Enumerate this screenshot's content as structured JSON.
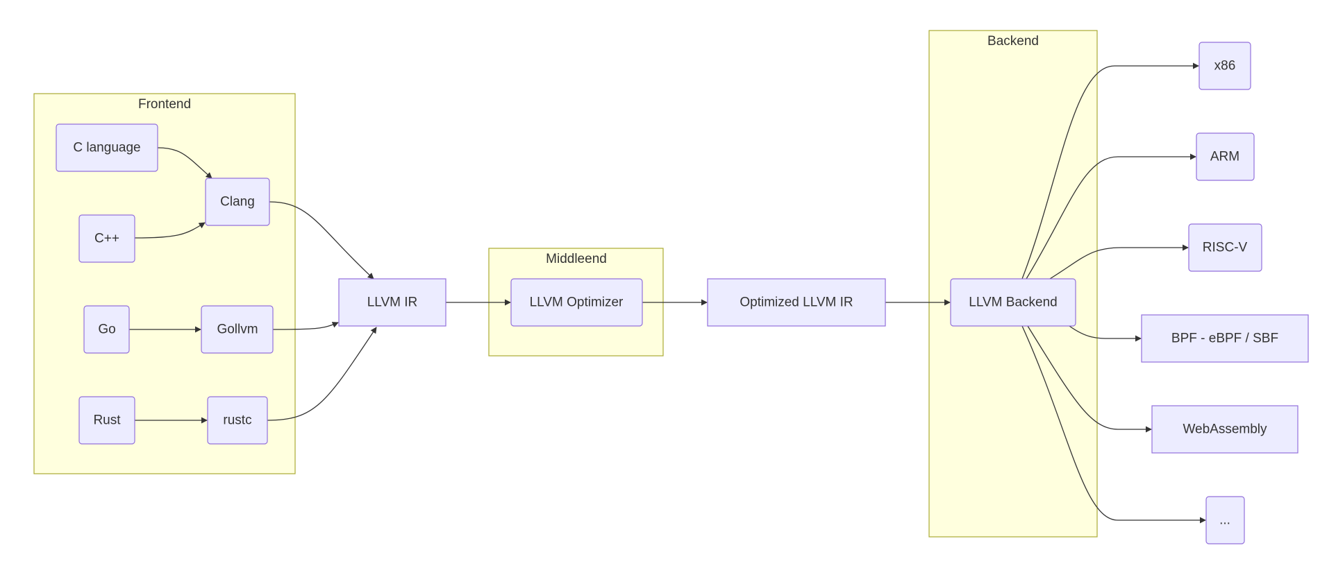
{
  "clusters": {
    "frontend": {
      "label": "Frontend"
    },
    "middleend": {
      "label": "Middleend"
    },
    "backend": {
      "label": "Backend"
    }
  },
  "nodes": {
    "c_language": {
      "label": "C language"
    },
    "cpp": {
      "label": "C++"
    },
    "clang": {
      "label": "Clang"
    },
    "go": {
      "label": "Go"
    },
    "gollvm": {
      "label": "Gollvm"
    },
    "rust": {
      "label": "Rust"
    },
    "rustc": {
      "label": "rustc"
    },
    "llvm_ir": {
      "label": "LLVM IR"
    },
    "llvm_optimizer": {
      "label": "LLVM Optimizer"
    },
    "optimized_llvm_ir": {
      "label": "Optimized LLVM IR"
    },
    "llvm_backend": {
      "label": "LLVM Backend"
    },
    "x86": {
      "label": "x86"
    },
    "arm": {
      "label": "ARM"
    },
    "riscv": {
      "label": "RISC-V"
    },
    "bpf": {
      "label": "BPF - eBPF / SBF"
    },
    "webassembly": {
      "label": "WebAssembly"
    },
    "more": {
      "label": "..."
    }
  },
  "edges": [
    {
      "from": "c_language",
      "to": "clang"
    },
    {
      "from": "cpp",
      "to": "clang"
    },
    {
      "from": "go",
      "to": "gollvm"
    },
    {
      "from": "rust",
      "to": "rustc"
    },
    {
      "from": "clang",
      "to": "llvm_ir"
    },
    {
      "from": "gollvm",
      "to": "llvm_ir"
    },
    {
      "from": "rustc",
      "to": "llvm_ir"
    },
    {
      "from": "llvm_ir",
      "to": "llvm_optimizer"
    },
    {
      "from": "llvm_optimizer",
      "to": "optimized_llvm_ir"
    },
    {
      "from": "optimized_llvm_ir",
      "to": "llvm_backend"
    },
    {
      "from": "llvm_backend",
      "to": "x86"
    },
    {
      "from": "llvm_backend",
      "to": "arm"
    },
    {
      "from": "llvm_backend",
      "to": "riscv"
    },
    {
      "from": "llvm_backend",
      "to": "bpf"
    },
    {
      "from": "llvm_backend",
      "to": "webassembly"
    },
    {
      "from": "llvm_backend",
      "to": "more"
    }
  ],
  "colors": {
    "cluster_fill": "#ffffde",
    "cluster_stroke": "#aaaa33",
    "node_fill": "#ececff",
    "node_stroke": "#9370db",
    "edge": "#333333",
    "text": "#333333"
  }
}
